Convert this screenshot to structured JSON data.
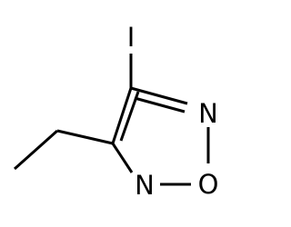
{
  "molecule": {
    "atoms": {
      "iodine": "I",
      "nitrogen_top": "N",
      "oxygen": "O",
      "nitrogen_bottom": "N"
    }
  }
}
